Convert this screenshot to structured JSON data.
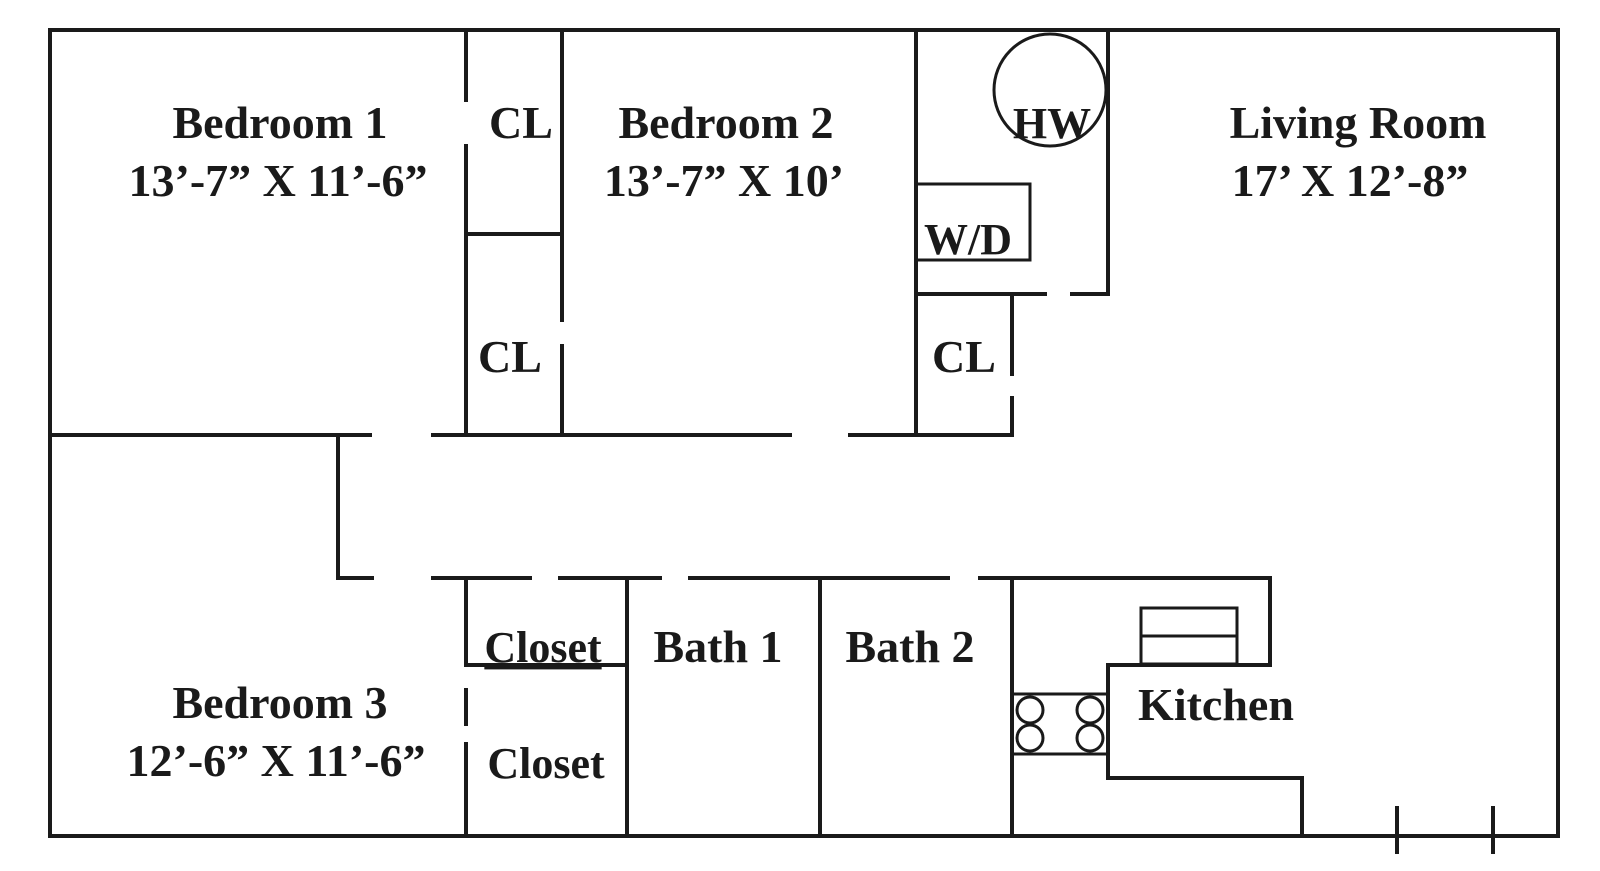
{
  "rooms": {
    "bedroom1": {
      "name": "Bedroom 1",
      "dims": "13’-7” X 11’-6”"
    },
    "bedroom2": {
      "name": "Bedroom 2",
      "dims": "13’-7” X 10’"
    },
    "living": {
      "name": "Living Room",
      "dims": "17’ X 12’-8”"
    },
    "bedroom3": {
      "name": "Bedroom 3",
      "dims": "12’-6” X 11’-6”"
    },
    "bath1": {
      "name": "Bath 1"
    },
    "bath2": {
      "name": "Bath 2"
    },
    "kitchen": {
      "name": "Kitchen"
    }
  },
  "closets": {
    "cl_top": "CL",
    "cl_mid": "CL",
    "cl_right": "CL",
    "closet_upper": "Closet",
    "closet_lower": "Closet"
  },
  "fixtures": {
    "water_heater": "HW",
    "washer_dryer": "W/D"
  }
}
